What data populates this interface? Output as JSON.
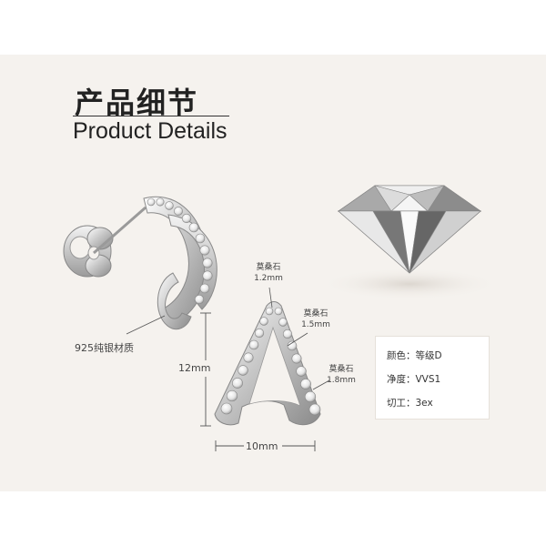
{
  "header": {
    "title_cn": "产品细节",
    "title_en": "Product Details"
  },
  "annotations": {
    "material": "925纯银材质",
    "stone_top_name": "莫桑石",
    "stone_top_size": "1.2mm",
    "stone_mid_name": "莫桑石",
    "stone_mid_size": "1.5mm",
    "stone_low_name": "莫桑石",
    "stone_low_size": "1.8mm",
    "height": "12mm",
    "width": "10mm"
  },
  "specs": {
    "color": "颜色：等级D",
    "clarity": "净度：VVS1",
    "cut": "切工：3ex"
  },
  "colors": {
    "panel": "#f5f2ee",
    "silver": "#d4d4d4"
  }
}
